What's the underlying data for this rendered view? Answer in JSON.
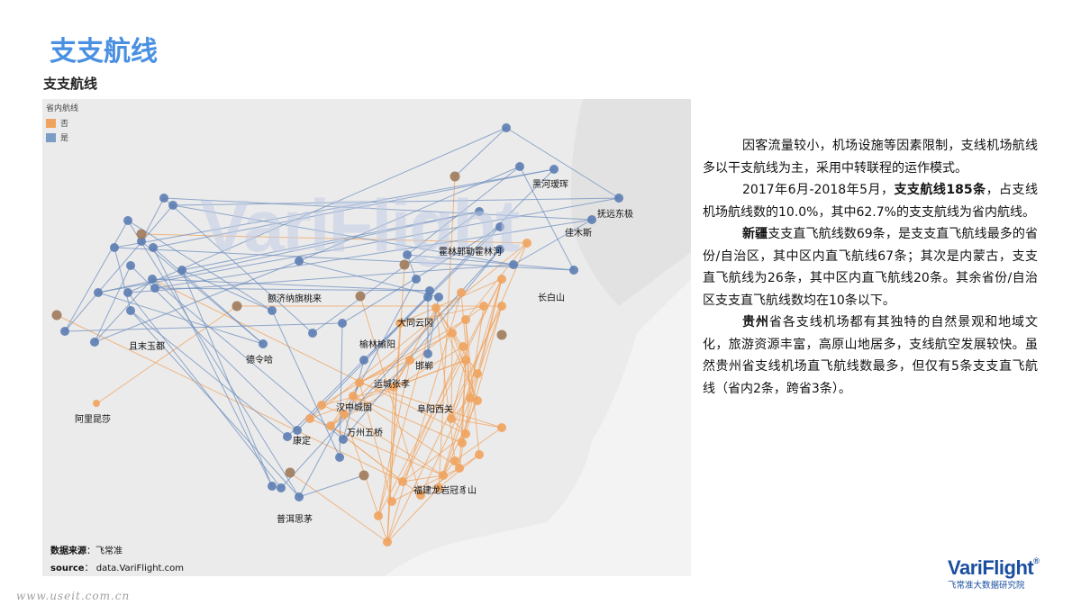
{
  "slide": {
    "title": "支支航线"
  },
  "map": {
    "title": "支支航线",
    "watermark": "VariFlight",
    "legend": {
      "title": "省内航线",
      "items": [
        {
          "label": "否",
          "color": "#f0a35e"
        },
        {
          "label": "是",
          "color": "#7b9cc7"
        }
      ]
    },
    "source_cn_label": "数据来源",
    "source_cn_value": "：飞常准",
    "source_en_label": "source",
    "source_en_value": "： data.VariFlight.com",
    "labels": [
      "黑河瑷珲",
      "抚远东极",
      "佳木斯",
      "霍林郭勒霍林河",
      "长白山",
      "额济纳旗桃来",
      "大同云冈",
      "榆林榆阳",
      "邯郸",
      "运城张孝",
      "且末玉都",
      "德令哈",
      "阿里昆莎",
      "汉中城固",
      "阜阳西关",
      "万州五桥",
      "康定",
      "福建龙岩冠豸山",
      "普洱思茅"
    ]
  },
  "text": {
    "p1": "因客流量较小，机场设施等因素限制，支线机场航线多以干支航线为主，采用中转联程的运作模式。",
    "p2_a": "2017年6月-2018年5月，",
    "p2_b": "支支航线185条",
    "p2_c": "，占支线机场航线数的10.0%，其中62.7%的支支航线为省内航线。",
    "p3_a": "新疆",
    "p3_b": "支支直飞航线数69条，是支支直飞航线最多的省份/自治区，其中区内直飞航线67条；其次是内蒙古，支支直飞航线为26条，其中区内直飞航线20条。其余省份/自治区支支直飞航线数均在10条以下。",
    "p4_a": "贵州",
    "p4_b": "省各支线机场都有其独特的自然景观和地域文化，旅游资源丰富，高原山地居多，支线航空发展较快。虽然贵州省支线机场直飞航线数最多，但仅有5条支支直飞航线（省内2条，跨省3条）。"
  },
  "brand": {
    "name": "VariFlight",
    "sub": "飞常准大数据研究院"
  },
  "footer": {
    "url": "www.useit.com.cn"
  },
  "colors": {
    "title": "#4a90e2",
    "orange": "#f0a35e",
    "blue": "#6f8fbf",
    "brown": "#a07a5a"
  }
}
